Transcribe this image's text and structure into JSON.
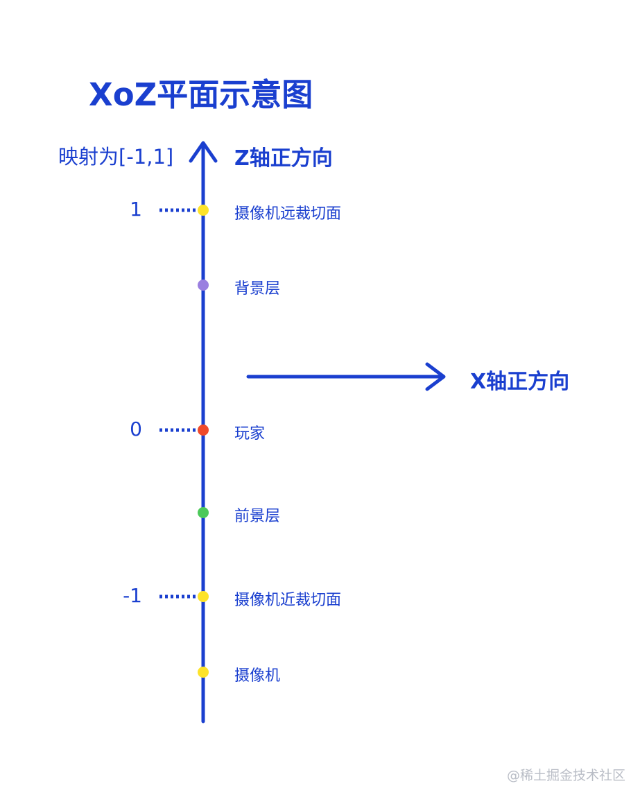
{
  "title": "XoZ平面示意图",
  "range_label": "映射为[-1,1]",
  "z_axis_label": "Z轴正方向",
  "x_axis_label": "X轴正方向",
  "ticks": {
    "far": "1",
    "zero": "0",
    "near": "-1"
  },
  "points": [
    {
      "label": "摄像机远裁切面",
      "color": "#fde32a"
    },
    {
      "label": "背景层",
      "color": "#9a7fe0"
    },
    {
      "label": "玩家",
      "color": "#ef4a2b"
    },
    {
      "label": "前景层",
      "color": "#4cc95a"
    },
    {
      "label": "摄像机近裁切面",
      "color": "#fde32a"
    },
    {
      "label": "摄像机",
      "color": "#fde32a"
    }
  ],
  "colors": {
    "axis": "#1a3fcf"
  },
  "watermark": "@稀土掘金技术社区"
}
